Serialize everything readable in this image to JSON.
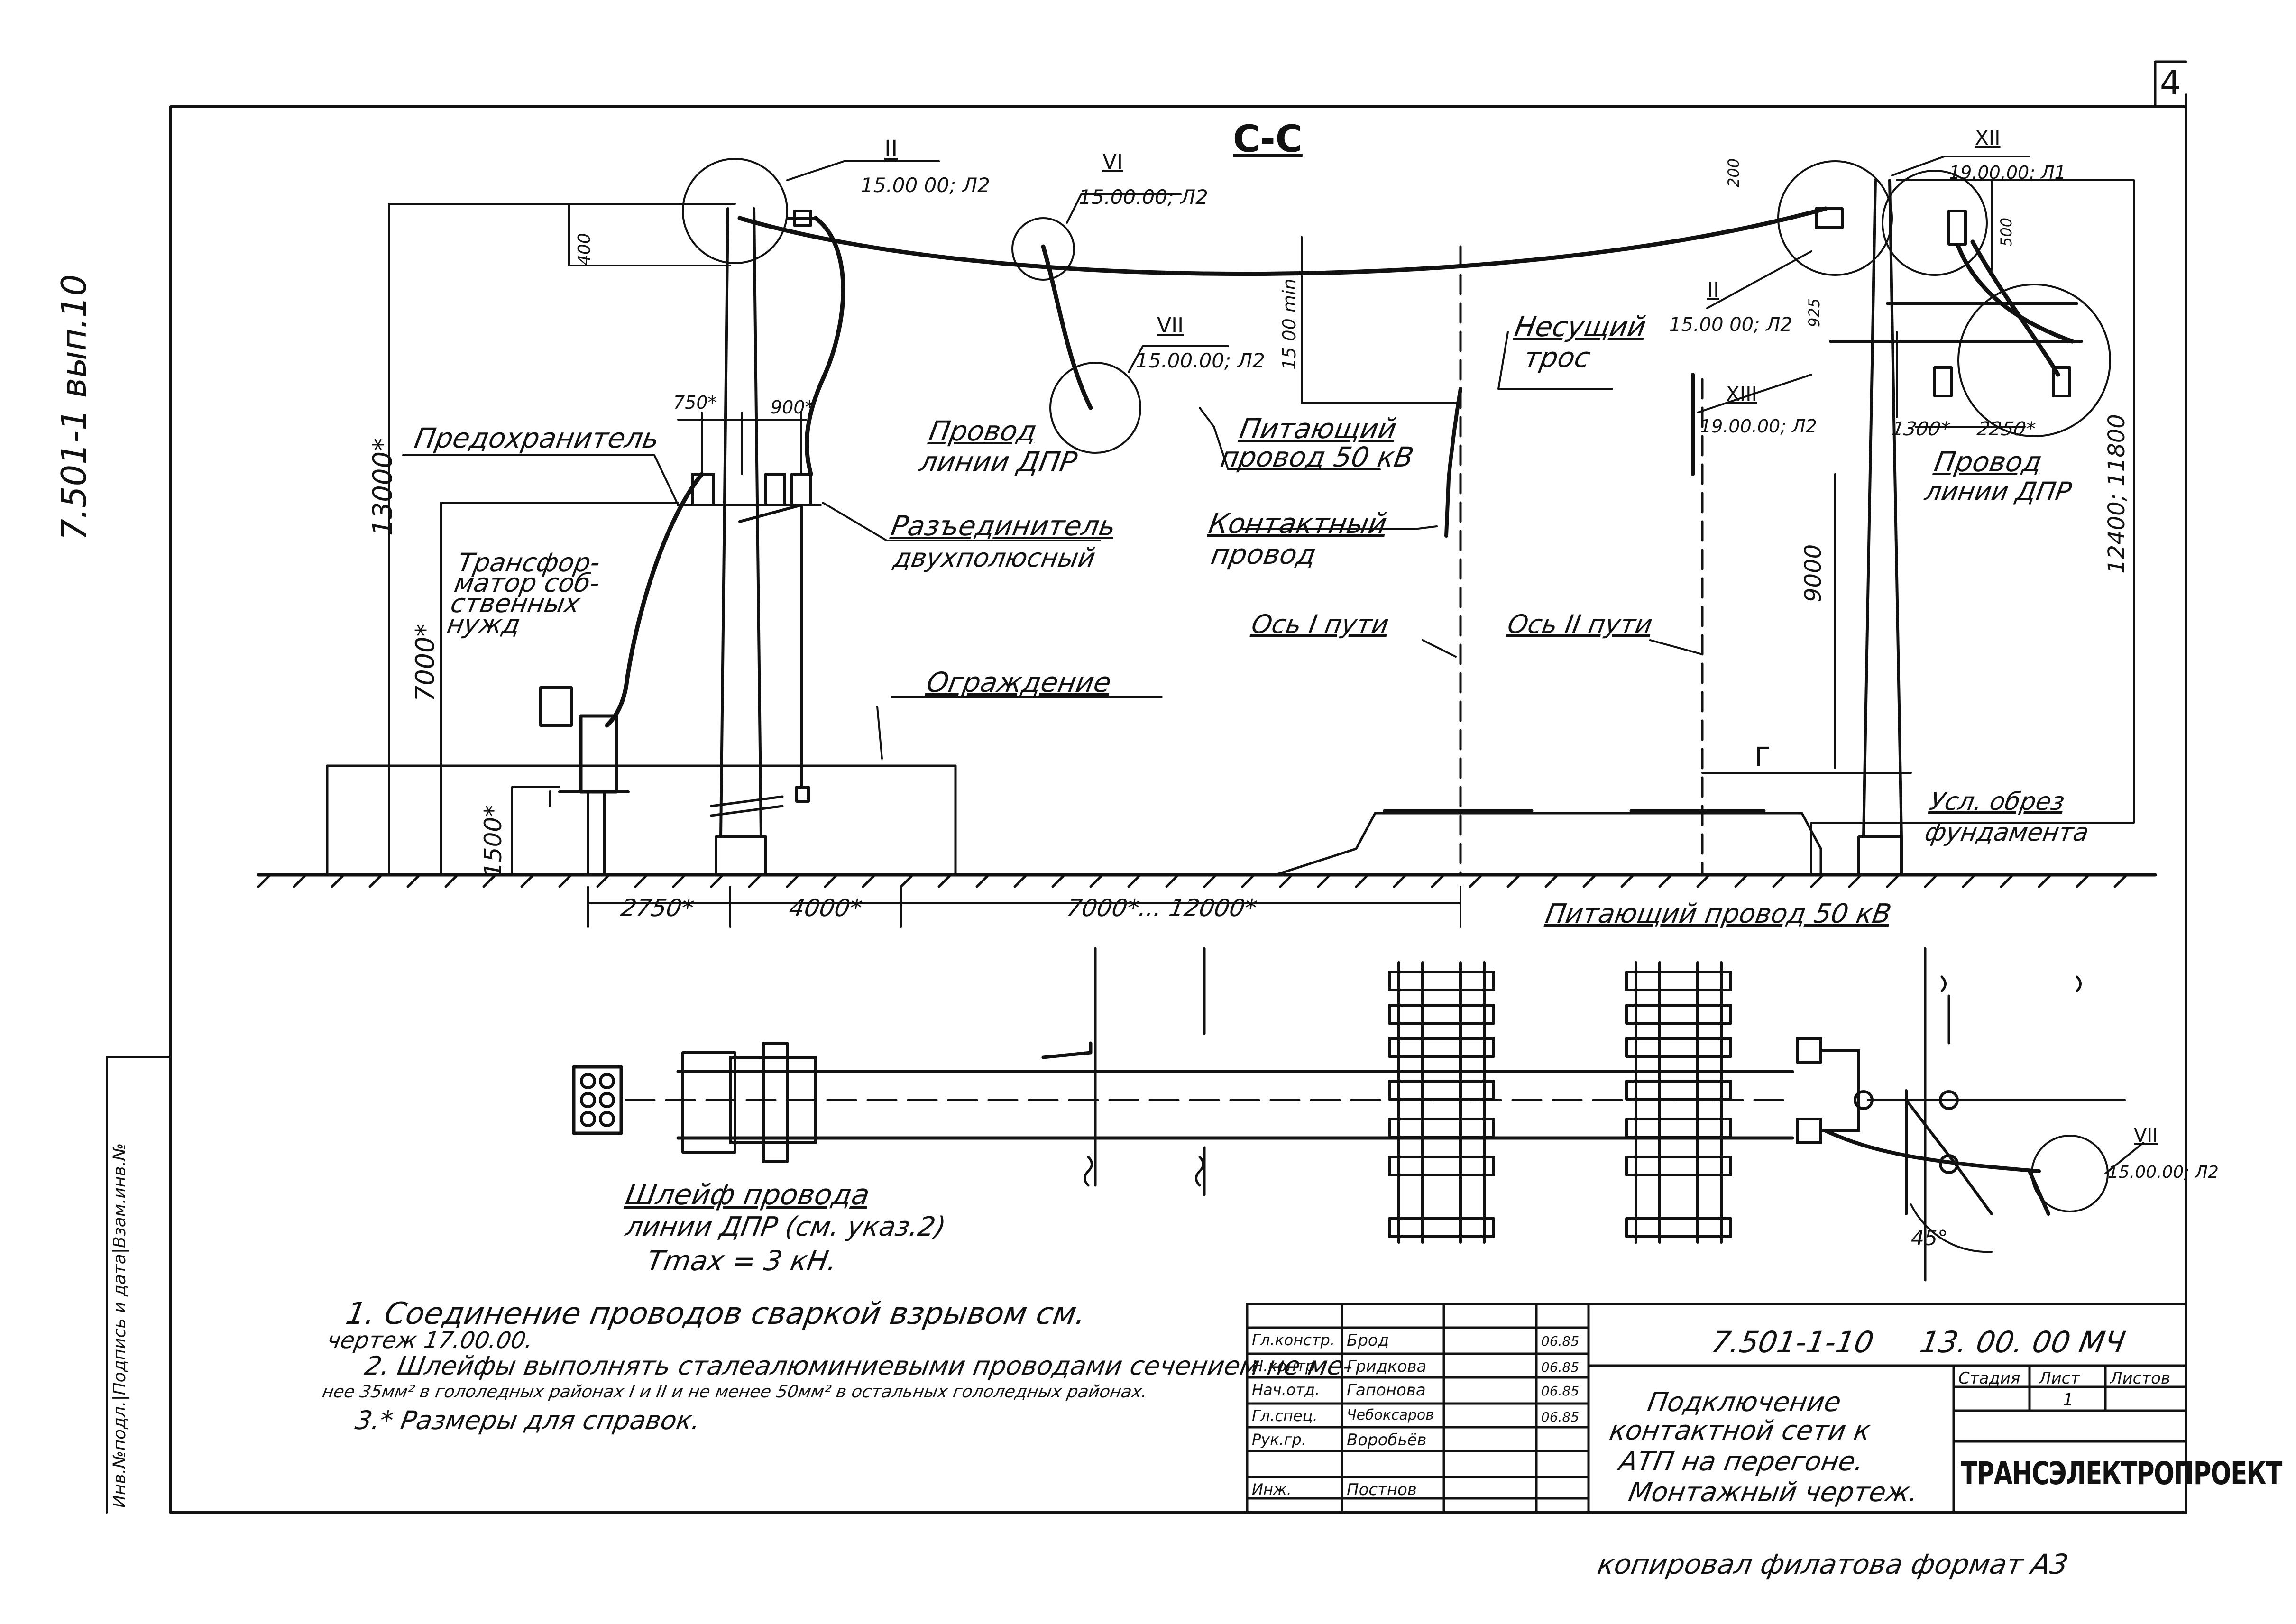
{
  "sheet": {
    "sheet_corner_number": "4",
    "side_code": "7.501-1 вып.10",
    "section_title": "С-С",
    "left_strip_label": "Инв.№подл.|Подпись и дата|Взам.инв.№",
    "copy_line": "копировал  филатова  формат А3"
  },
  "callouts": {
    "c1": {
      "num": "II",
      "ref": "15.00 00; Л2"
    },
    "c2": {
      "num": "VI",
      "ref": "15.00.00; Л2"
    },
    "c3": {
      "num": "VII",
      "ref": "15.00.00; Л2"
    },
    "c4": {
      "num": "XII",
      "ref": "19.00.00; Л1"
    },
    "c5": {
      "num": "II",
      "ref": "15.00 00; Л2"
    },
    "c6": {
      "num": "XIII",
      "ref": "19.00.00; Л2"
    },
    "c7": {
      "num": "VII",
      "ref": "15.00.00; Л2"
    }
  },
  "labels": {
    "fuse": "Предохранитель",
    "transformer": "Трансфор-\nматор соб-\nственных\nнужд",
    "disconnector_1": "Разъединитель",
    "disconnector_2": "двухполюсный",
    "dpr_line_1": "Провод",
    "dpr_line_2": "линии ДПР",
    "feeder_1": "Питающий",
    "feeder_2": "провод 50 кВ",
    "carrier_1": "Несущий",
    "carrier_2": "трос",
    "contact_1": "Контактный",
    "contact_2": "провод",
    "fence": "Ограждение",
    "axis_1": "Ось I пути",
    "axis_2": "Ось II пути",
    "dpr_right_1": "Провод",
    "dpr_right_2": "линии ДПР",
    "foundation_1": "Усл. обрез",
    "foundation_2": "фундамента",
    "gamma": "Г",
    "feeder_bottom": "Питающий провод 50 кВ",
    "loop_1": "Шлейф провода",
    "loop_2": "линии ДПР (см. указ.2)",
    "loop_3": "Tmax = 3 кН.",
    "angle": "45°"
  },
  "dimensions": {
    "d400": "400",
    "d13000": "13000*",
    "d7000": "7000*",
    "d1500": "1500*",
    "d750": "750*",
    "d900": "900*",
    "d15000min": "15 00 min",
    "d200": "200",
    "d500": "500",
    "d925": "925",
    "d9000": "9000",
    "d12400": "12400; 11800",
    "d1300": "1300*",
    "d2250": "2250*",
    "d2750": "2750*",
    "d4000": "4000*",
    "d7000_12000": "7000*... 12000*"
  },
  "notes": [
    "1. Соединение проводов сваркой взрывом см.",
    "чертеж 17.00.00.",
    "2. Шлейфы выполнять сталеалюминиевыми проводами сечением не ме-",
    "нее 35мм² в гололедных районах I и II и не менее 50мм² в остальных гололедных районах.",
    "3.* Размеры для справок."
  ],
  "title_block": {
    "doc_code": "7.501-1-10",
    "sheet_code": "13. 00. 00 МЧ",
    "title_lines": [
      "Подключение",
      "контактной сети к",
      "АТП на перегоне.",
      "Монтажный чертеж."
    ],
    "stage_label": "Стадия",
    "sheet_label": "Лист",
    "sheets_label": "Листов",
    "sheet_num": "1",
    "org": "ТРАНСЭЛЕКТРОПРОЕКТ",
    "staff": [
      {
        "role": "Гл.констр.",
        "name": "Брод",
        "date": "06.85"
      },
      {
        "role": "Н.контр.",
        "name": "Гридкова",
        "date": "06.85"
      },
      {
        "role": "Нач.отд.",
        "name": "Гапонова",
        "date": "06.85"
      },
      {
        "role": "Гл.спец.",
        "name": "Чебоксаров",
        "date": "06.85"
      },
      {
        "role": "Рук.гр.",
        "name": "Воробьёв",
        "date": ""
      },
      {
        "role": "Инж.",
        "name": "Постнов",
        "date": ""
      }
    ]
  }
}
